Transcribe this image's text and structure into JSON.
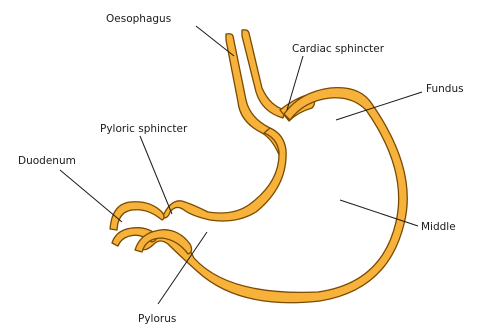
{
  "figure": {
    "labels": {
      "oesophagus": "Oesophagus",
      "cardiac_sphincter": "Cardiac sphincter",
      "fundus": "Fundus",
      "pyloric_sphincter": "Pyloric sphincter",
      "duodenum": "Duodenum",
      "middle": "Middle",
      "pylorus": "Pylorus"
    },
    "colors": {
      "wall_fill": "#f7b23b",
      "wall_outline": "#7a4a00",
      "label_text": "#1a1a1a"
    }
  }
}
